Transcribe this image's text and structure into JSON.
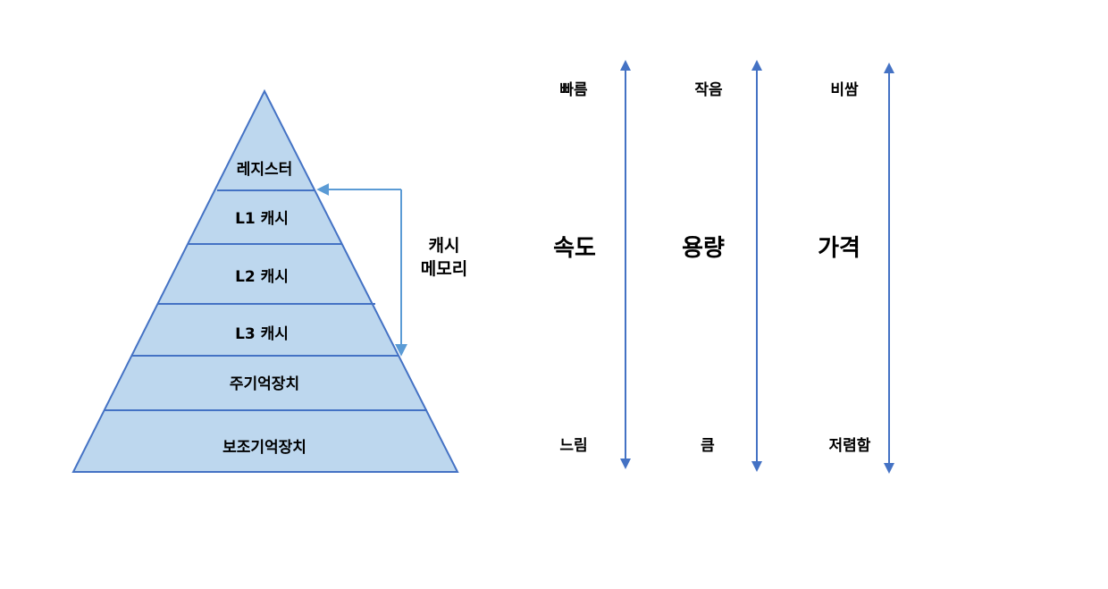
{
  "pyramid": {
    "levels": [
      "레지스터",
      "L1 캐시",
      "L2 캐시",
      "L3 캐시",
      "주기억장치",
      "보조기억장치"
    ],
    "bracket_label": {
      "line1": "캐시",
      "line2": "메모리"
    }
  },
  "axes": [
    {
      "title": "속도",
      "top_label": "빠름",
      "bottom_label": "느림"
    },
    {
      "title": "용량",
      "top_label": "작음",
      "bottom_label": "큼"
    },
    {
      "title": "가격",
      "top_label": "비쌈",
      "bottom_label": "저렴함"
    }
  ],
  "colors": {
    "pyramid_fill": "#bdd7ee",
    "pyramid_stroke": "#4472c4",
    "bracket": "#5b9bd5",
    "axis_arrow": "#4472c4"
  }
}
